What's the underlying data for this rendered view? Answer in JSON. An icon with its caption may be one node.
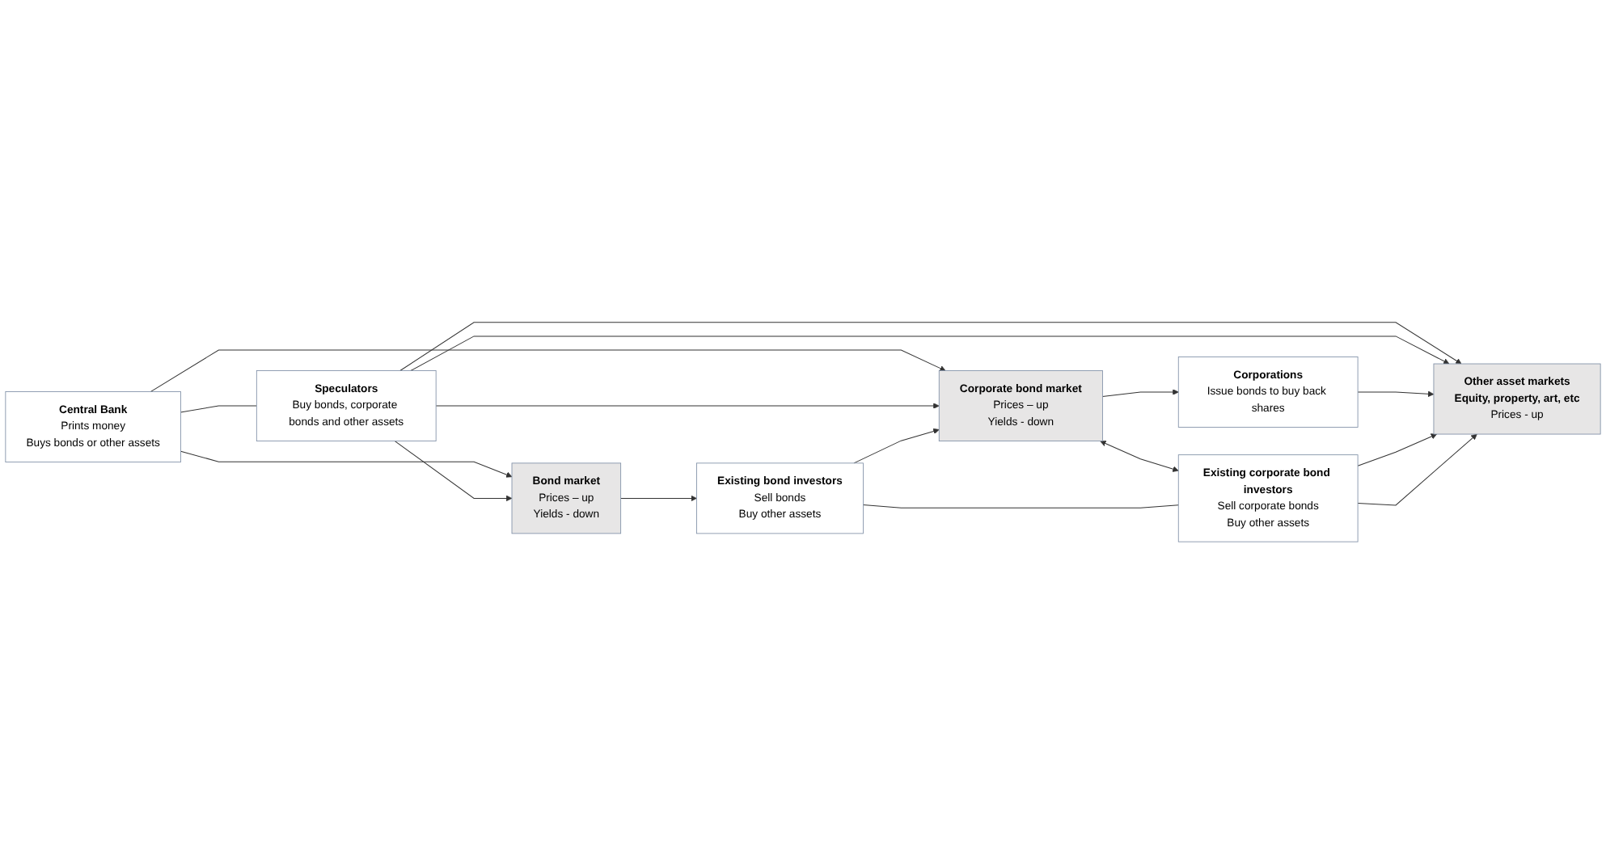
{
  "diagram": {
    "nodes": [
      {
        "text": [
          "Central Bank",
          "Prints money",
          "Buys bonds or other assets"
        ]
      },
      {
        "text": [
          "Bond market",
          "Prices – up",
          "Yields - down"
        ]
      },
      {
        "text": [
          "Existing bond investors",
          "Sell bonds",
          "Buy other assets"
        ]
      },
      {
        "text": [
          "Speculators",
          "Buy bonds, corporate bonds and other assets"
        ]
      },
      {
        "text": [
          "Corporate bond market",
          "Prices – up",
          "Yields - down"
        ]
      },
      {
        "text": [
          "Existing corporate bond investors",
          "Sell corporate bonds",
          "Buy other assets"
        ]
      },
      {
        "text": [
          "Other asset markets",
          "Equity, property, art, etc",
          "Prices - up"
        ]
      },
      {
        "text": [
          "Corporations",
          "Issue bonds to buy back shares"
        ]
      }
    ],
    "edges": [
      {
        "from": 0,
        "to": 1,
        "arrow": "to"
      },
      {
        "from": 0,
        "to": 4,
        "arrow": "to"
      },
      {
        "from": 0,
        "to": 3,
        "arrow": "none"
      },
      {
        "from": 3,
        "to": 1,
        "arrow": "to"
      },
      {
        "from": 3,
        "to": 4,
        "arrow": "to"
      },
      {
        "from": 3,
        "to": 6,
        "arrow": "to"
      },
      {
        "from": 3,
        "to": 6,
        "arrow": "to"
      },
      {
        "from": 4,
        "to": 7,
        "arrow": "to"
      },
      {
        "from": 7,
        "to": 6,
        "arrow": "to"
      },
      {
        "from": 1,
        "to": 2,
        "arrow": "to"
      },
      {
        "from": 2,
        "to": 4,
        "arrow": "to"
      },
      {
        "from": 5,
        "to": 2,
        "arrow": "none"
      },
      {
        "from": 4,
        "to": 5,
        "arrow": "both"
      },
      {
        "from": 5,
        "to": 6,
        "arrow": "to"
      },
      {
        "from": 5,
        "to": 6,
        "arrow": "to"
      }
    ]
  }
}
